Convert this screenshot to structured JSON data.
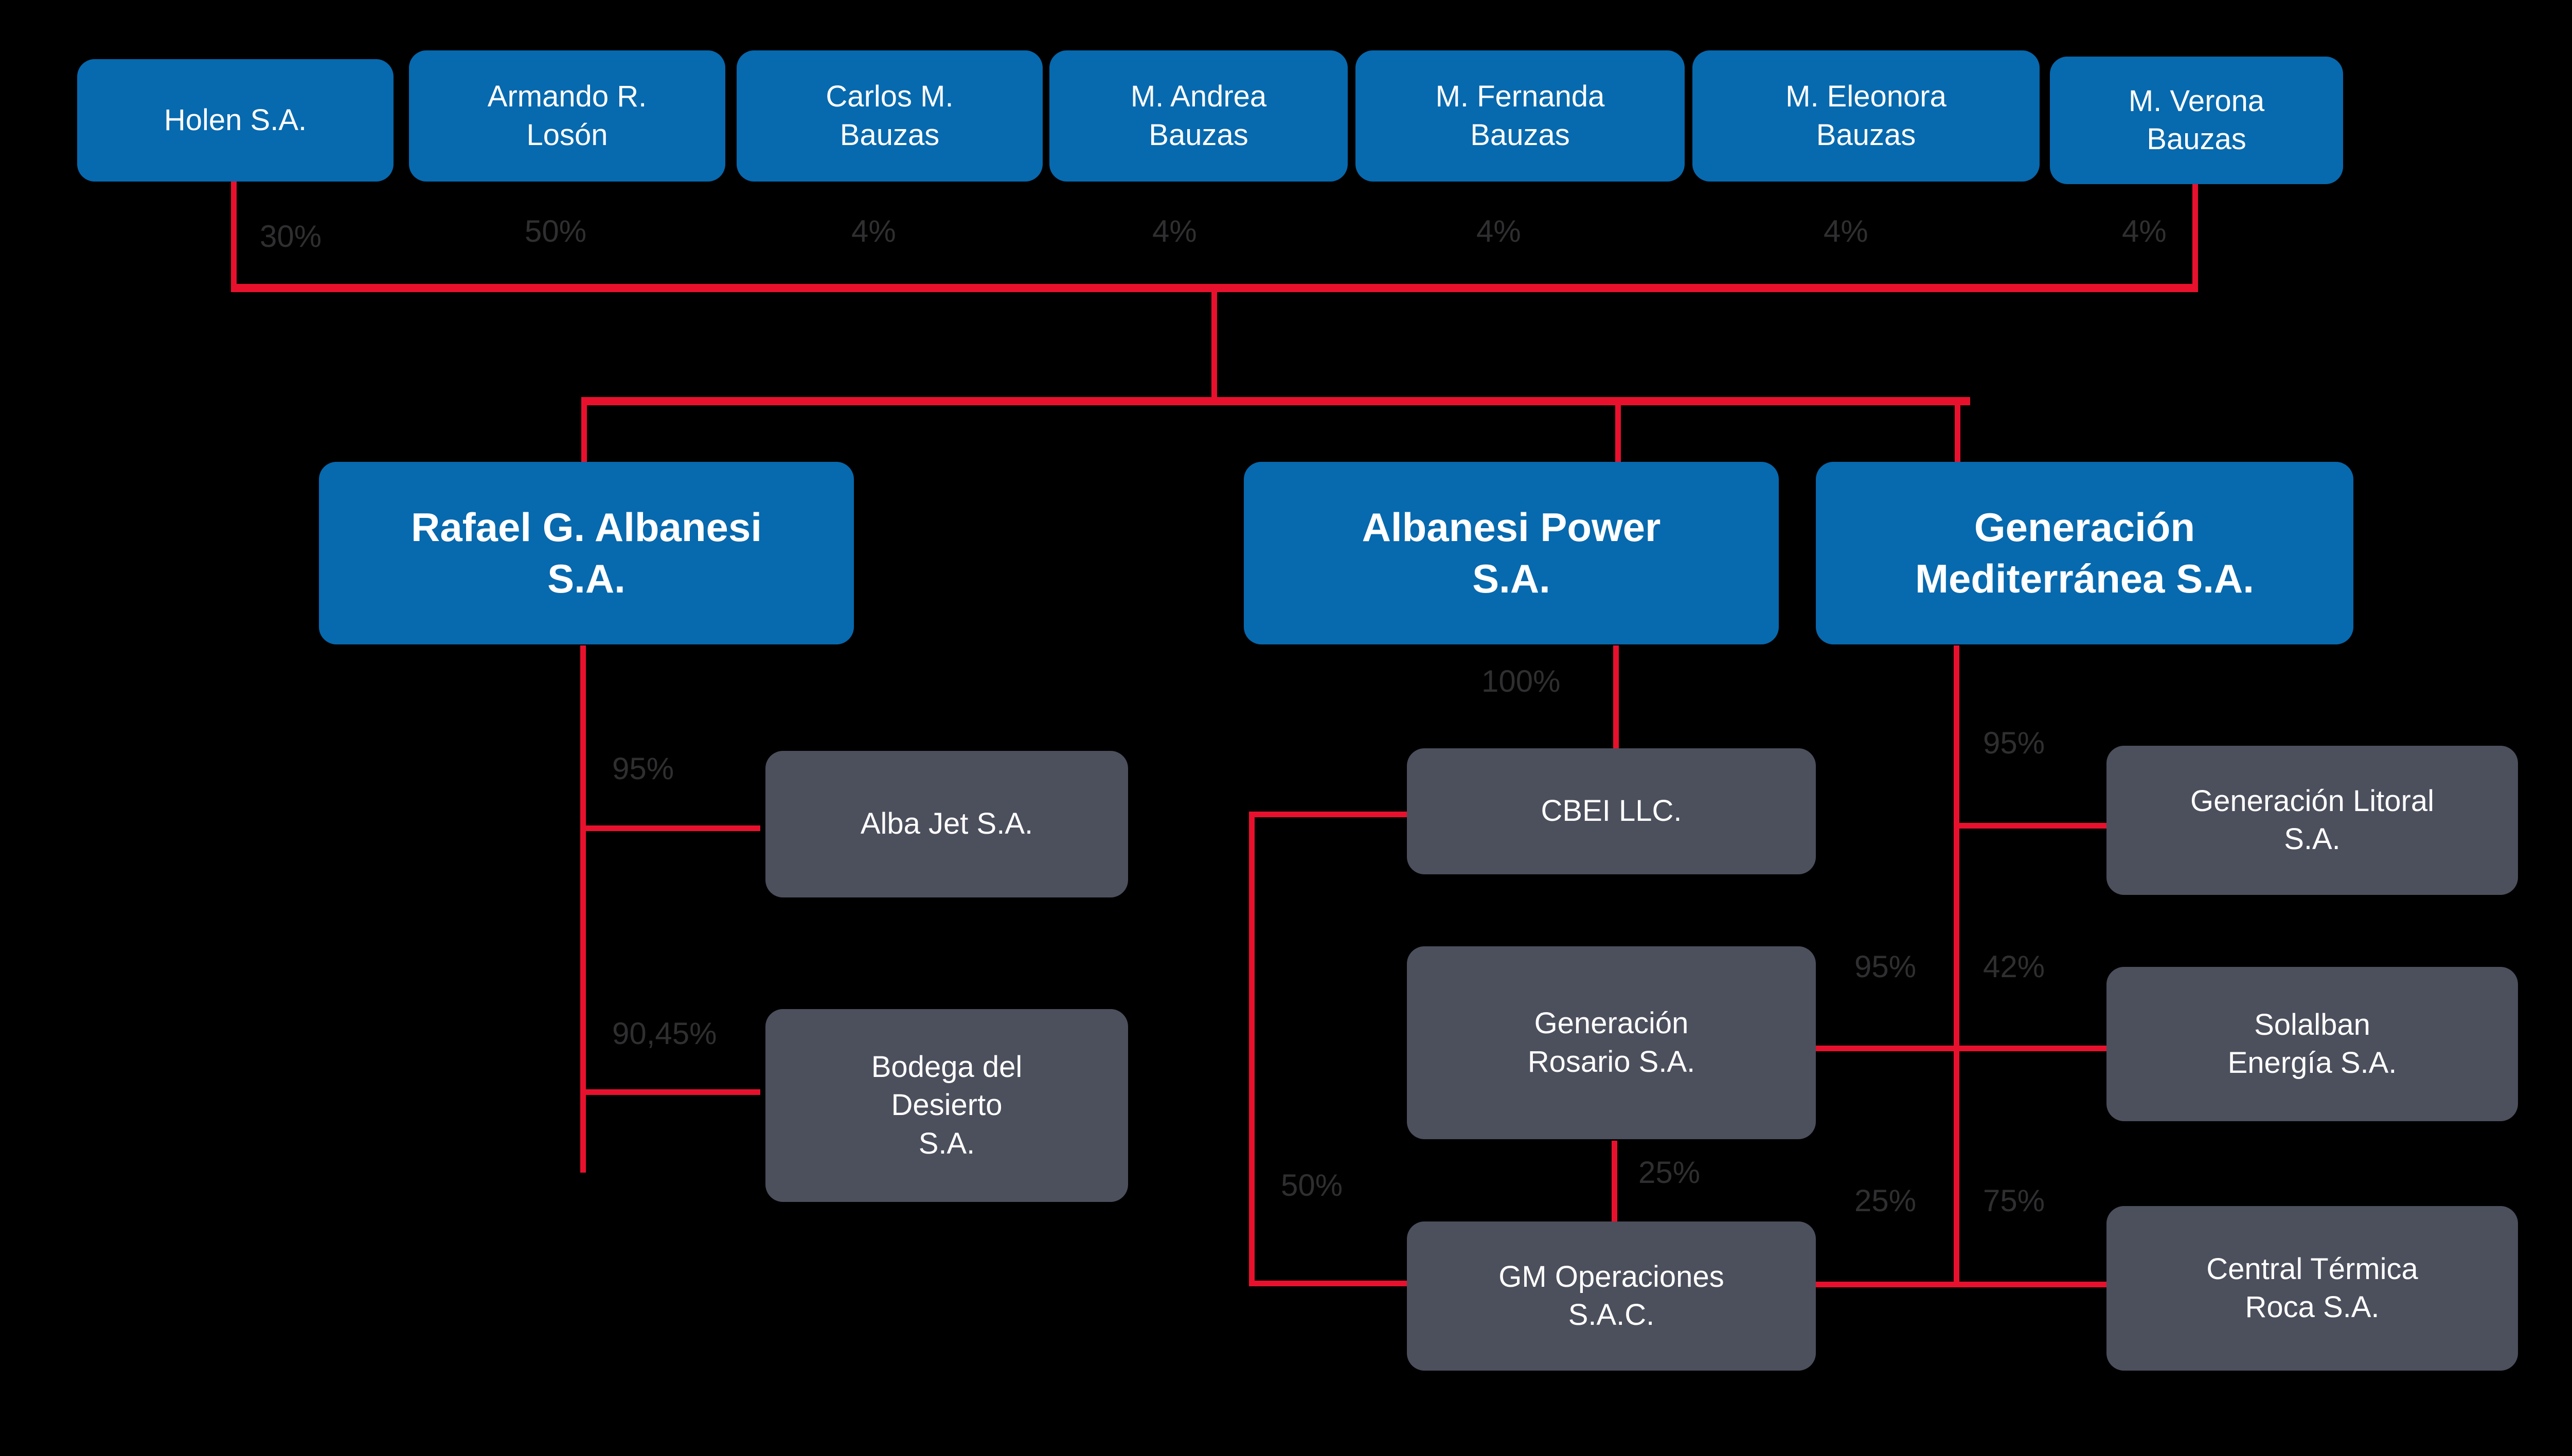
{
  "theme": {
    "background": "#000000",
    "blue_node": "#0769ae",
    "gray_node": "#4c4f5c",
    "connector_red": "#e8112d",
    "percent_text": "#2f2f31",
    "node_text": "#ffffff"
  },
  "chart_data": {
    "type": "diagram",
    "title": "",
    "nodes": [
      {
        "id": "holen",
        "label": "Holen S.A.",
        "tier": "shareholder",
        "style": "blue"
      },
      {
        "id": "armando",
        "label": "Armando R.\nLosón",
        "tier": "shareholder",
        "style": "blue"
      },
      {
        "id": "carlos",
        "label": "Carlos M.\nBauzas",
        "tier": "shareholder",
        "style": "blue"
      },
      {
        "id": "andrea",
        "label": "M. Andrea\nBauzas",
        "tier": "shareholder",
        "style": "blue"
      },
      {
        "id": "fernanda",
        "label": "M. Fernanda\nBauzas",
        "tier": "shareholder",
        "style": "blue"
      },
      {
        "id": "eleonora",
        "label": "M. Eleonora\nBauzas",
        "tier": "shareholder",
        "style": "blue"
      },
      {
        "id": "verona",
        "label": "M. Verona\nBauzas",
        "tier": "shareholder",
        "style": "blue"
      },
      {
        "id": "rafael",
        "label": "Rafael G. Albanesi\nS.A.",
        "tier": "holding",
        "style": "blue"
      },
      {
        "id": "power",
        "label": "Albanesi Power\nS.A.",
        "tier": "holding",
        "style": "blue"
      },
      {
        "id": "gm",
        "label": "Generación\nMediterránea S.A.",
        "tier": "holding",
        "style": "blue"
      },
      {
        "id": "albajet",
        "label": "Alba Jet S.A.",
        "tier": "subsidiary",
        "style": "gray"
      },
      {
        "id": "bodega",
        "label": "Bodega del\nDesierto\nS.A.",
        "tier": "subsidiary",
        "style": "gray"
      },
      {
        "id": "cbei",
        "label": "CBEI LLC.",
        "tier": "subsidiary",
        "style": "gray"
      },
      {
        "id": "rosario",
        "label": "Generación\nRosario S.A.",
        "tier": "subsidiary",
        "style": "gray"
      },
      {
        "id": "gmop",
        "label": "GM Operaciones\nS.A.C.",
        "tier": "subsidiary",
        "style": "gray"
      },
      {
        "id": "litoral",
        "label": "Generación Litoral\nS.A.",
        "tier": "subsidiary",
        "style": "gray"
      },
      {
        "id": "solalban",
        "label": "Solalban\nEnergía S.A.",
        "tier": "subsidiary",
        "style": "gray"
      },
      {
        "id": "roca",
        "label": "Central Térmica\nRoca S.A.",
        "tier": "subsidiary",
        "style": "gray"
      }
    ],
    "edges": [
      {
        "from": "holen",
        "to": "group",
        "label": "30%"
      },
      {
        "from": "armando",
        "to": "group",
        "label": "50%"
      },
      {
        "from": "carlos",
        "to": "group",
        "label": "4%"
      },
      {
        "from": "andrea",
        "to": "group",
        "label": "4%"
      },
      {
        "from": "fernanda",
        "to": "group",
        "label": "4%"
      },
      {
        "from": "eleonora",
        "to": "group",
        "label": "4%"
      },
      {
        "from": "verona",
        "to": "group",
        "label": "4%"
      },
      {
        "from": "rafael",
        "to": "albajet",
        "label": "95%"
      },
      {
        "from": "rafael",
        "to": "bodega",
        "label": "90,45%"
      },
      {
        "from": "power",
        "to": "cbei",
        "label": "100%"
      },
      {
        "from": "rosario",
        "to": "gmop",
        "label": "25%"
      },
      {
        "from": "cbei",
        "to": "gmop",
        "label": "50%"
      },
      {
        "from": "rosario",
        "to": "solalban",
        "label": "95%"
      },
      {
        "from": "gmop",
        "to": "roca",
        "label": "25%"
      },
      {
        "from": "gm",
        "to": "litoral",
        "label": "95%"
      },
      {
        "from": "gm",
        "to": "solalban",
        "label": "42%"
      },
      {
        "from": "gm",
        "to": "roca",
        "label": "75%"
      }
    ]
  },
  "shareholders": [
    {
      "line1": "Holen S.A.",
      "line2": "",
      "pct": "30%"
    },
    {
      "line1": "Armando R.",
      "line2": "Losón",
      "pct": "50%"
    },
    {
      "line1": "Carlos M.",
      "line2": "Bauzas",
      "pct": "4%"
    },
    {
      "line1": "M. Andrea",
      "line2": "Bauzas",
      "pct": "4%"
    },
    {
      "line1": "M. Fernanda",
      "line2": "Bauzas",
      "pct": "4%"
    },
    {
      "line1": "M. Eleonora",
      "line2": "Bauzas",
      "pct": "4%"
    },
    {
      "line1": "M. Verona",
      "line2": "Bauzas",
      "pct": "4%"
    }
  ],
  "holdings": {
    "rafael": {
      "line1": "Rafael G. Albanesi",
      "line2": "S.A."
    },
    "power": {
      "line1": "Albanesi Power",
      "line2": "S.A."
    },
    "gm": {
      "line1": "Generación",
      "line2": "Mediterránea S.A."
    }
  },
  "subsidiaries": {
    "albajet": {
      "line1": "Alba Jet S.A.",
      "line2": "",
      "line3": ""
    },
    "bodega": {
      "line1": "Bodega del",
      "line2": "Desierto",
      "line3": "S.A."
    },
    "cbei": {
      "line1": "CBEI LLC.",
      "line2": "",
      "line3": ""
    },
    "rosario": {
      "line1": "Generación",
      "line2": "Rosario S.A.",
      "line3": ""
    },
    "gmop": {
      "line1": "GM Operaciones",
      "line2": "S.A.C.",
      "line3": ""
    },
    "litoral": {
      "line1": "Generación Litoral",
      "line2": "S.A.",
      "line3": ""
    },
    "solalban": {
      "line1": "Solalban",
      "line2": "Energía S.A.",
      "line3": ""
    },
    "roca": {
      "line1": "Central Térmica",
      "line2": "Roca S.A.",
      "line3": ""
    }
  },
  "percent_labels": {
    "rafael_albajet": "95%",
    "rafael_bodega": "90,45%",
    "power_cbei": "100%",
    "cbei_gmop": "50%",
    "rosario_gmop": "25%",
    "rosario_solalban": "95%",
    "gmop_roca": "25%",
    "gm_litoral": "95%",
    "gm_solalban": "42%",
    "gm_roca": "75%"
  }
}
